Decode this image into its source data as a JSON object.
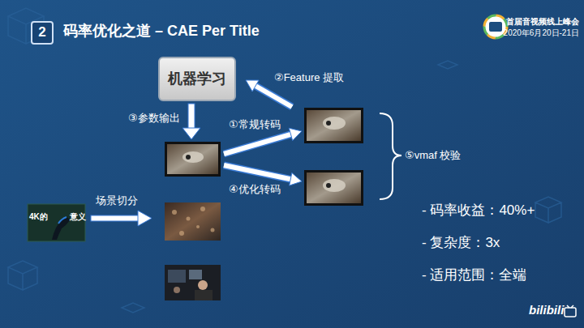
{
  "diagram": {
    "title": "码率优化之道 – CAE Per Title",
    "nodes": [
      {
        "text": [
          "2"
        ]
      },
      {
        "text": [
          "机器学习"
        ]
      }
    ],
    "labels": [
      "首届音视频线上峰会",
      "2020年6月20日-21日",
      "②Feature 提取",
      "③参数输出",
      "①常规转码",
      "④优化转码",
      "⑤vmaf 校验",
      "4K的",
      "意义",
      "场景切分",
      "- 码率收益：40%+",
      "- 复杂度：3x",
      "- 适用范围：全端",
      "bilibili"
    ]
  }
}
